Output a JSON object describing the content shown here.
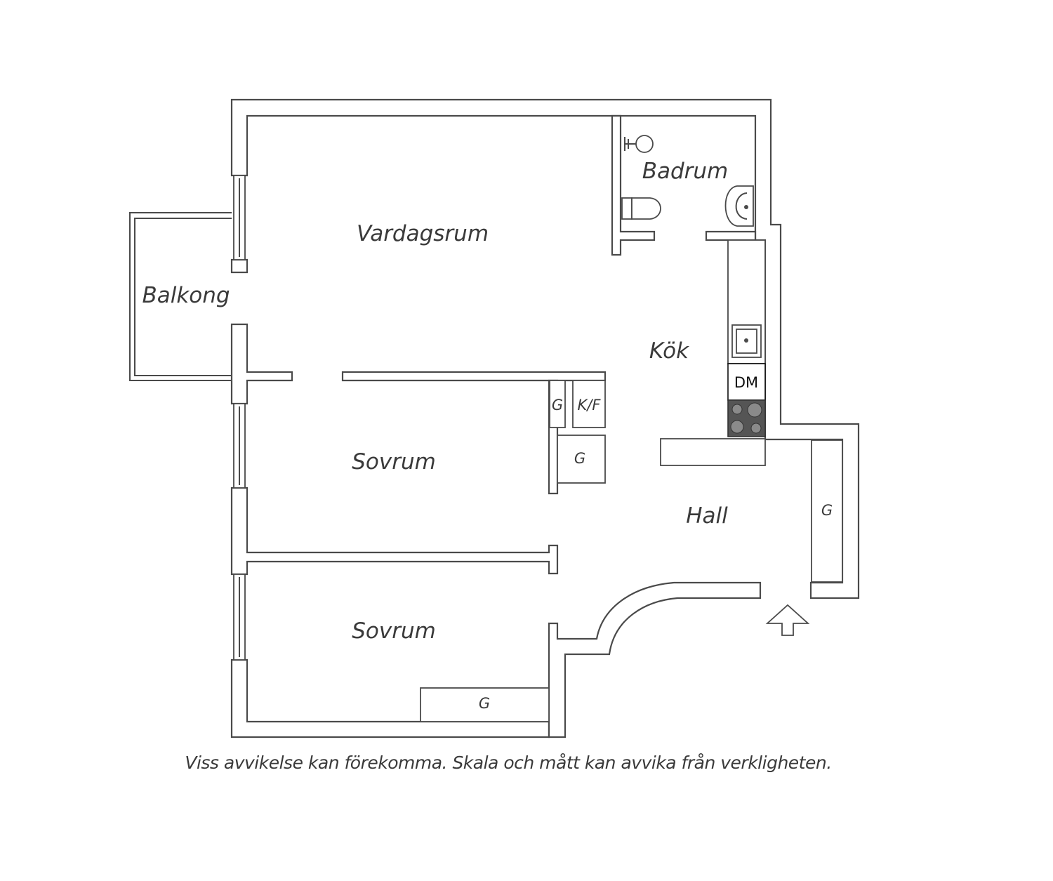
{
  "rooms": {
    "vardagsrum": "Vardagsrum",
    "badrum": "Badrum",
    "balkong": "Balkong",
    "kok": "Kök",
    "sovrum_1": "Sovrum",
    "sovrum_2": "Sovrum",
    "hall": "Hall"
  },
  "fixtures": {
    "dishwasher": "DM",
    "fridge_freezer": "K/F",
    "wardrobe_kitchen_small": "G",
    "wardrobe_kitchen_large": "G",
    "wardrobe_hall": "G",
    "wardrobe_bedroom": "G"
  },
  "disclaimer": "Viss avvikelse kan förekomma. Skala och mått kan avvika från verkligheten.",
  "entrance_icon": "entrance-arrow-icon"
}
